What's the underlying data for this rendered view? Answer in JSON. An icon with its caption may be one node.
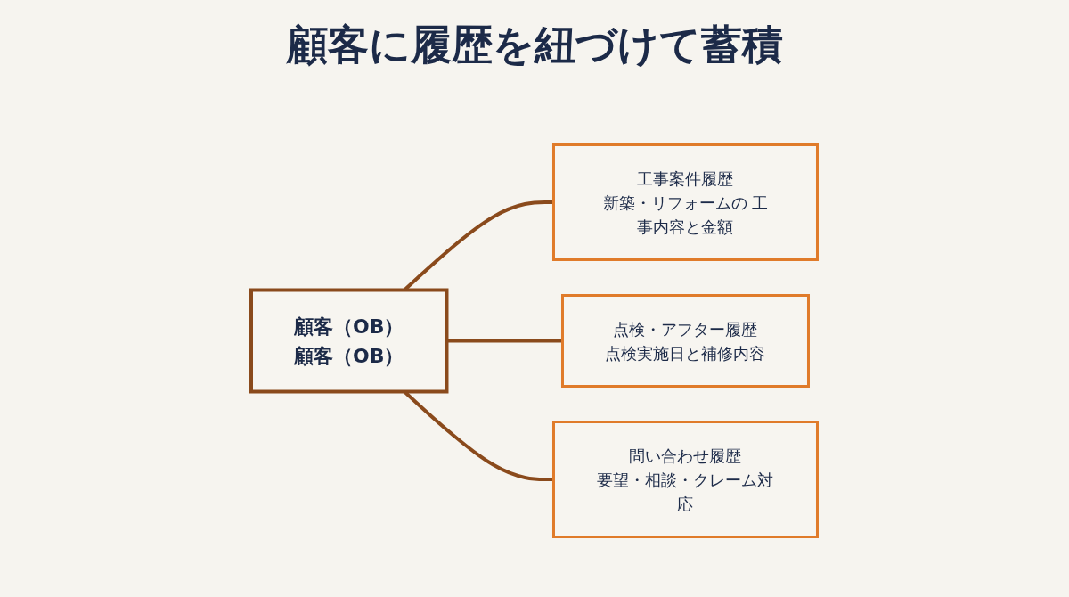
{
  "diagram": {
    "title": "顧客に履歴を紐づけて蓄積",
    "nodes": [
      {
        "text": [
          "顧客（OB）",
          "顧客（OB）"
        ]
      },
      {
        "text": [
          "工事案件履歴",
          "新築・リフォームの 工事内容と金額"
        ]
      },
      {
        "text": [
          "点検・アフター履歴",
          "点検実施日と補修内容"
        ]
      },
      {
        "text": [
          "問い合わせ履歴",
          "要望・相談・クレーム対応"
        ]
      }
    ],
    "edges": [
      {
        "from": 0,
        "to": 1,
        "arrow": "none"
      },
      {
        "from": 0,
        "to": 2,
        "arrow": "none"
      },
      {
        "from": 0,
        "to": 3,
        "arrow": "none"
      }
    ]
  }
}
